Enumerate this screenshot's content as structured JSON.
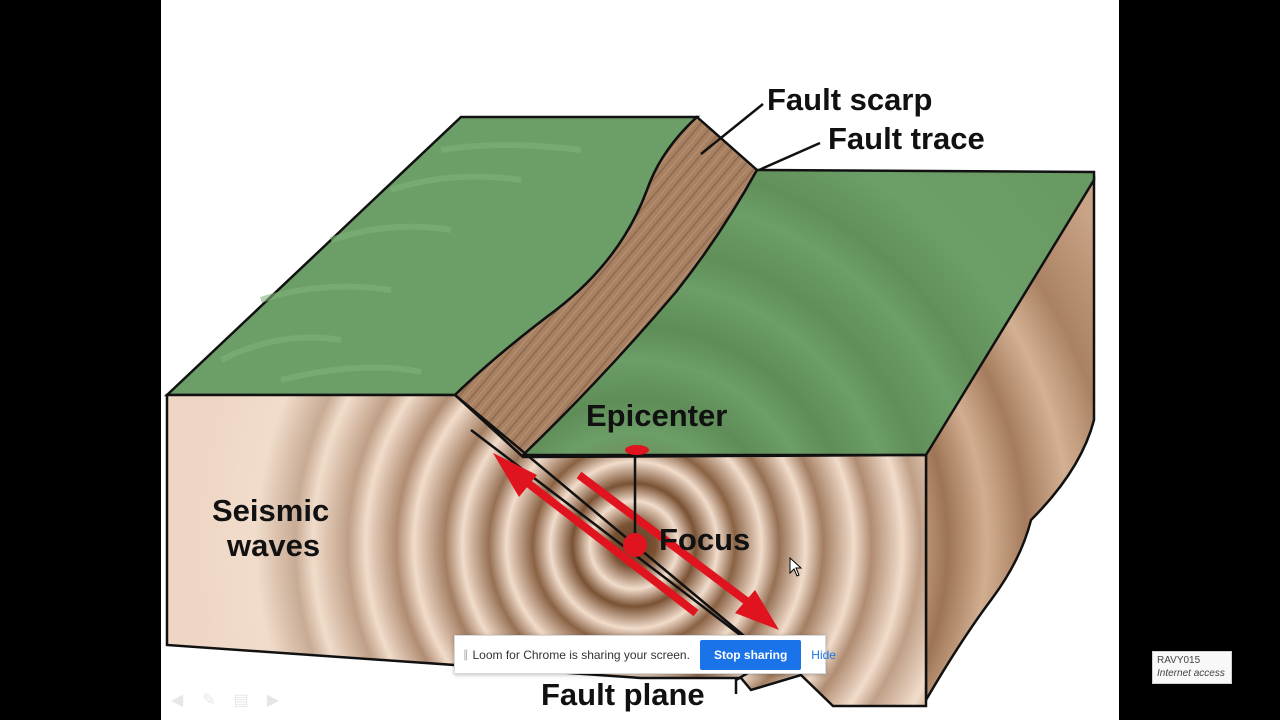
{
  "diagram": {
    "labels": {
      "fault_scarp": "Fault scarp",
      "fault_trace": "Fault trace",
      "epicenter": "Epicenter",
      "focus": "Focus",
      "seismic_line1": "Seismic",
      "seismic_line2": "waves",
      "fault_plane": "Fault plane"
    },
    "colors": {
      "grass": "#6c9e68",
      "grass_dark": "#5d8c58",
      "scarp": "#a07a5a",
      "side_face": "#b58d6b",
      "front_face": "#efd6c4",
      "ring_dark": "#7a5234",
      "arrow_red": "#e0141e",
      "outline": "#111111"
    }
  },
  "slide_nav": {
    "icons": [
      "back-arrow-icon",
      "pen-icon",
      "menu-icon",
      "forward-arrow-icon"
    ]
  },
  "loom": {
    "message": "Loom for Chrome is sharing your screen.",
    "stop_label": "Stop sharing",
    "hide_label": "Hide"
  },
  "network": {
    "name": "RAVY015",
    "status": "Internet access"
  }
}
